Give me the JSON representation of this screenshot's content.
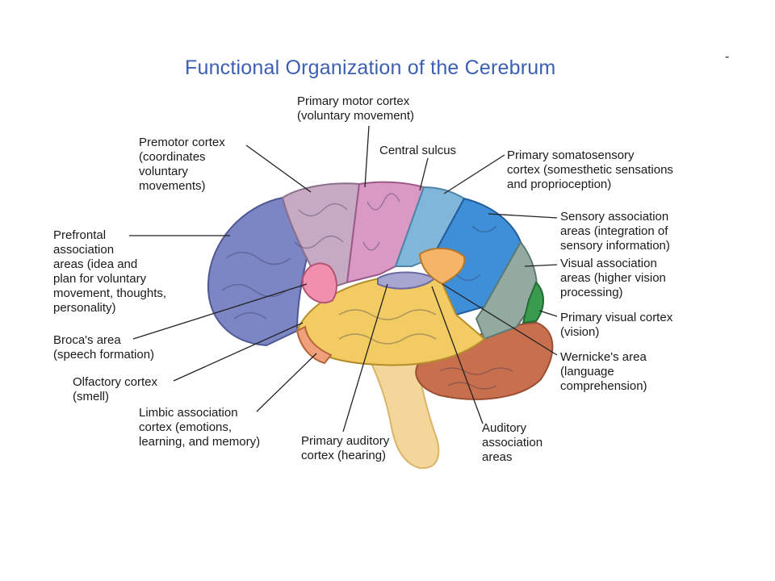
{
  "title": "Functional Organization of the Cerebrum",
  "corner_mark": "-",
  "labels": {
    "primary_motor": [
      "Primary motor cortex",
      "(voluntary movement)"
    ],
    "premotor": [
      "Premotor cortex",
      "(coordinates",
      "voluntary",
      "movements)"
    ],
    "central_sulcus": [
      "Central sulcus"
    ],
    "somatosensory": [
      "Primary somatosensory",
      "cortex (somesthetic sensations",
      "and proprioception)"
    ],
    "sensory_assoc": [
      "Sensory association",
      "areas (integration of",
      "sensory information)"
    ],
    "prefrontal": [
      "Prefrontal",
      "association",
      "areas (idea and",
      "plan for voluntary",
      "movement, thoughts,",
      "personality)"
    ],
    "visual_assoc": [
      "Visual association",
      "areas (higher vision",
      "processing)"
    ],
    "primary_visual": [
      "Primary visual cortex",
      "(vision)"
    ],
    "broca": [
      "Broca's area",
      "(speech formation)"
    ],
    "wernicke": [
      "Wernicke's area",
      "(language",
      "comprehension)"
    ],
    "olfactory": [
      "Olfactory cortex",
      "(smell)"
    ],
    "limbic": [
      "Limbic association",
      "cortex (emotions,",
      "learning, and memory)"
    ],
    "primary_auditory": [
      "Primary auditory",
      "cortex (hearing)"
    ],
    "auditory_assoc": [
      "Auditory",
      "association",
      "areas"
    ]
  },
  "colors": {
    "title": "#3c5fb4",
    "prefrontal": "#7d86c4",
    "premotor": "#c6a9c3",
    "motor": "#d999c5",
    "somatosensory": "#7fb6d9",
    "sensory_assoc": "#3f8fd8",
    "visual_assoc": "#93aaa0",
    "primary_visual": "#3a9a4e",
    "temporal": "#f2cb62",
    "broca": "#f08fae",
    "auditory": "#a7a6d0",
    "wernicke": "#f5b468",
    "cerebellum": "#c8704e",
    "brainstem": "#f3d79a",
    "limbic": "#f0a07a"
  }
}
